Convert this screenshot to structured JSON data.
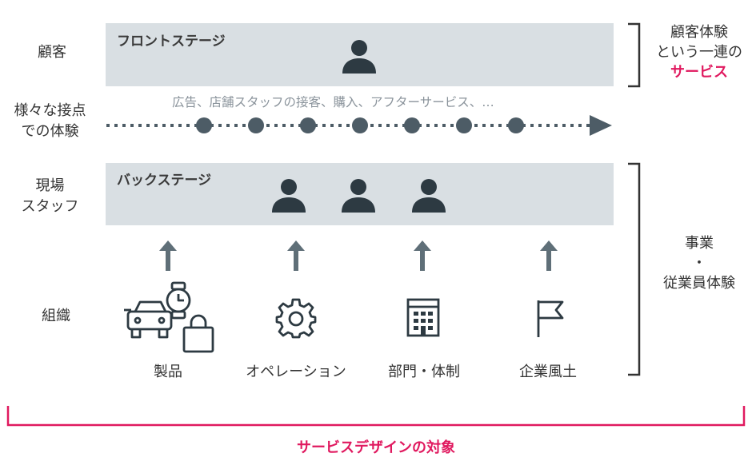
{
  "rows": {
    "customer": "顧客",
    "touchpoints_line1": "様々な接点",
    "touchpoints_line2": "での体験",
    "staff_line1": "現場",
    "staff_line2": "スタッフ",
    "organization": "組織"
  },
  "front_stage": {
    "title": "フロントステージ"
  },
  "touchpoints": {
    "text": "広告、店舗スタッフの接客、購入、アフターサービス、…"
  },
  "back_stage": {
    "title": "バックステージ"
  },
  "org_items": [
    {
      "label": "製品",
      "icon": "products-icon"
    },
    {
      "label": "オペレーション",
      "icon": "gear-icon"
    },
    {
      "label": "部門・体制",
      "icon": "building-icon"
    },
    {
      "label": "企業風土",
      "icon": "flag-icon"
    }
  ],
  "right_labels": {
    "customer_line1": "顧客体験",
    "customer_line2": "という一連の",
    "customer_line3": "サービス",
    "employee_line1": "事業",
    "employee_line2": "・",
    "employee_line3": "従業員体験"
  },
  "bottom_label": "サービスデザインの対象",
  "colors": {
    "stage_bg": "#d9dfe3",
    "icon_dark": "#2d3a42",
    "dots": "#4d5c66",
    "arrow": "#5f6f78",
    "accent": "#e0195f",
    "bracket": "#333333"
  }
}
